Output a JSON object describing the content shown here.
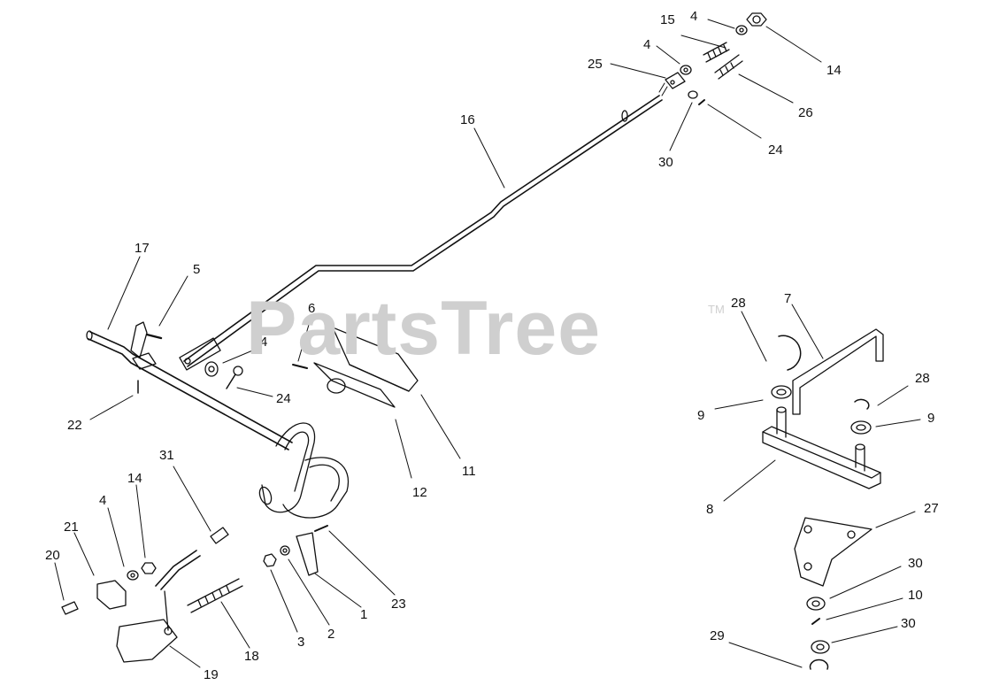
{
  "watermark": {
    "text": "PartsTree",
    "trademark": "TM"
  },
  "callouts": [
    "1",
    "2",
    "3",
    "4",
    "5",
    "6",
    "7",
    "8",
    "9",
    "10",
    "11",
    "12",
    "14",
    "15",
    "16",
    "17",
    "18",
    "19",
    "20",
    "21",
    "22",
    "23",
    "24",
    "25",
    "26",
    "27",
    "28",
    "29",
    "30",
    "31"
  ],
  "labels": {
    "n15": "15",
    "n4a": "4",
    "n14a": "14",
    "n4b": "4",
    "n25": "25",
    "n26": "26",
    "n24a": "24",
    "n30a": "30",
    "n16": "16",
    "n17": "17",
    "n5": "5",
    "n6": "6",
    "n4c": "4",
    "n24b": "24",
    "n22": "22",
    "n12": "12",
    "n11": "11",
    "n28a": "28",
    "n7": "7",
    "n28b": "28",
    "n9a": "9",
    "n9b": "9",
    "n8": "8",
    "n27": "27",
    "n30b": "30",
    "n10": "10",
    "n30c": "30",
    "n29": "29",
    "n31": "31",
    "n14b": "14",
    "n4d": "4",
    "n21": "21",
    "n20": "20",
    "n18": "18",
    "n3": "3",
    "n2": "2",
    "n1": "1",
    "n23": "23",
    "n19": "19"
  },
  "colors": {
    "line": "#111111",
    "watermark": "#cfcfcf"
  }
}
